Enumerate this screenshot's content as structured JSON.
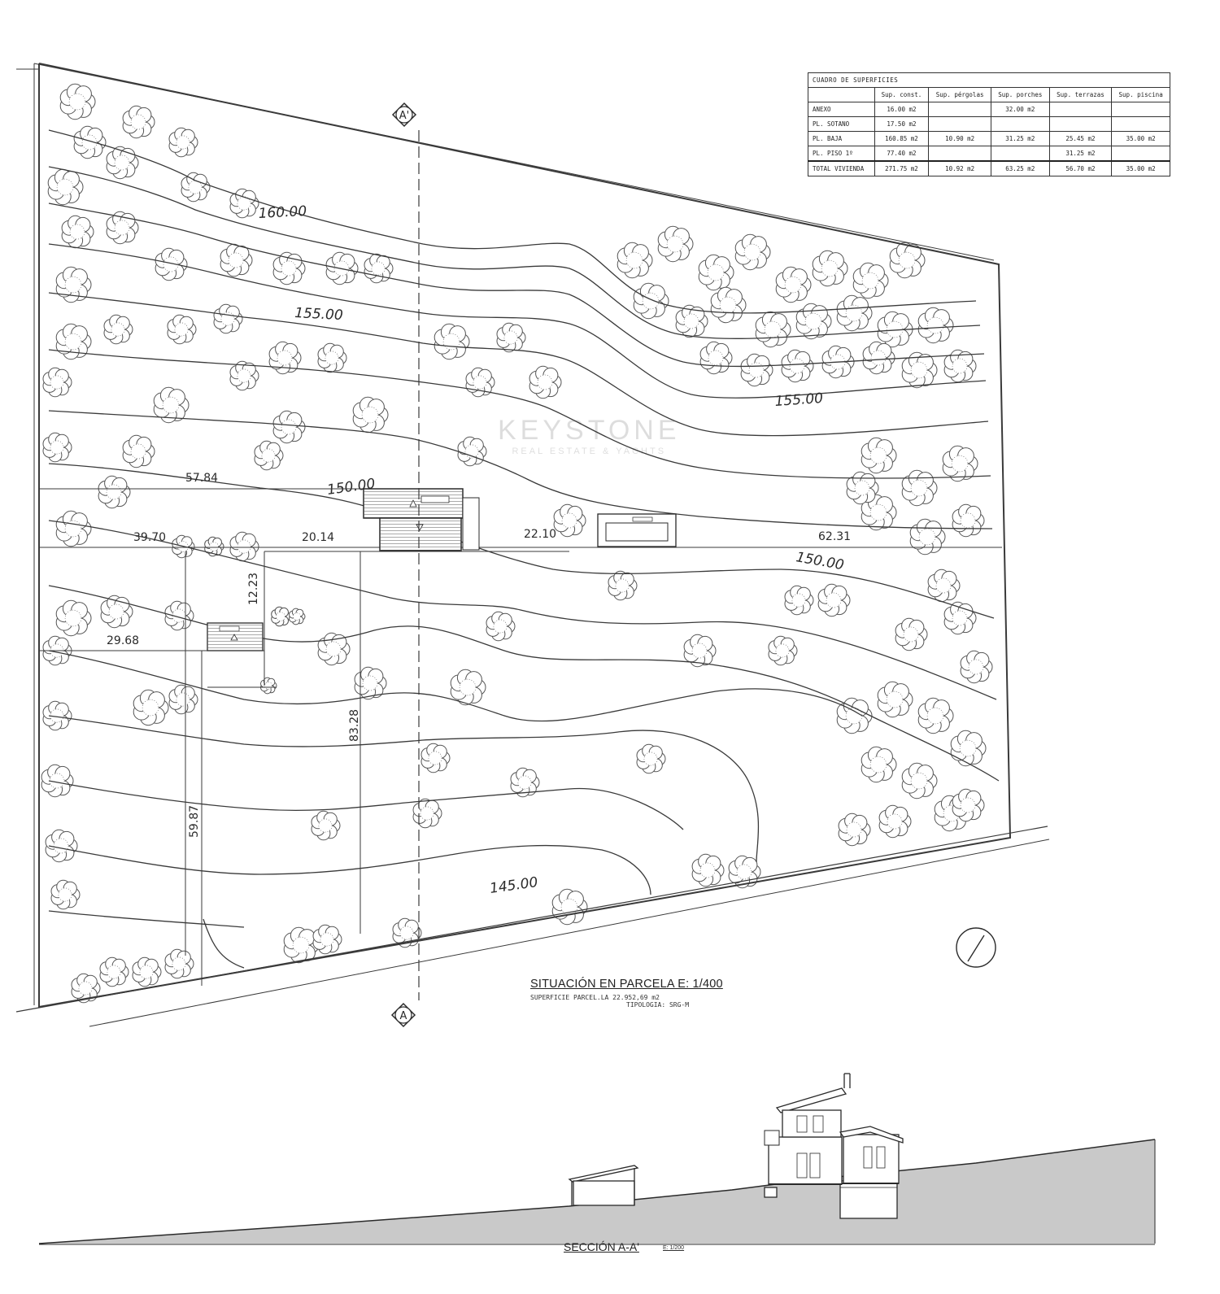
{
  "cuadro": {
    "title": "CUADRO DE SUPERFICIES",
    "columns": [
      "Sup. const.",
      "Sup. pérgolas",
      "Sup. porches",
      "Sup. terrazas",
      "Sup. piscina"
    ],
    "rows": [
      {
        "label": "ANEXO",
        "cells": [
          "16.00 m2",
          "",
          "32.00 m2",
          "",
          ""
        ]
      },
      {
        "label": "PL. SOTANO",
        "cells": [
          "17.50 m2",
          "",
          "",
          "",
          ""
        ]
      },
      {
        "label": "PL. BAJA",
        "cells": [
          "160.85 m2",
          "10.90 m2",
          "31.25 m2",
          "25.45 m2",
          "35.00 m2"
        ]
      },
      {
        "label": "PL. PISO 1º",
        "cells": [
          "77.40 m2",
          "",
          "",
          "31.25 m2",
          ""
        ]
      }
    ],
    "total": {
      "label": "TOTAL VIVIENDA",
      "cells": [
        "271.75 m2",
        "10.92 m2",
        "63.25 m2",
        "56.70 m2",
        "35.00 m2"
      ]
    }
  },
  "contours": {
    "c160": "160.00",
    "c155a": "155.00",
    "c155b": "155.00",
    "c150a": "150.00",
    "c150b": "150.00",
    "c145": "145.00"
  },
  "dimensions": {
    "d5784": "57.84",
    "d3970": "39.70",
    "d2014": "20.14",
    "d2210": "22.10",
    "d6231": "62.31",
    "d1223": "12.23",
    "d2968": "29.68",
    "d8328": "83.28",
    "d5987": "59.87"
  },
  "section_markers": {
    "top": "A'",
    "bottom": "A"
  },
  "situacion": {
    "title": "SITUACIÓN EN PARCELA E: 1/400",
    "superficie": "SUPERFICIE PARCEL.LA   22.952,69 m2",
    "tipologia": "TIPOLOGIA: SRG-M"
  },
  "seccion": {
    "title": "SECCIÓN A-A'",
    "scale": "E: 1/200"
  },
  "watermark": {
    "main": "KEYSTONE",
    "sub": "REAL ESTATE & YACHTS"
  },
  "colors": {
    "line": "#3a3a3a",
    "ground": "#c9c9c9",
    "tree": "#555555"
  }
}
